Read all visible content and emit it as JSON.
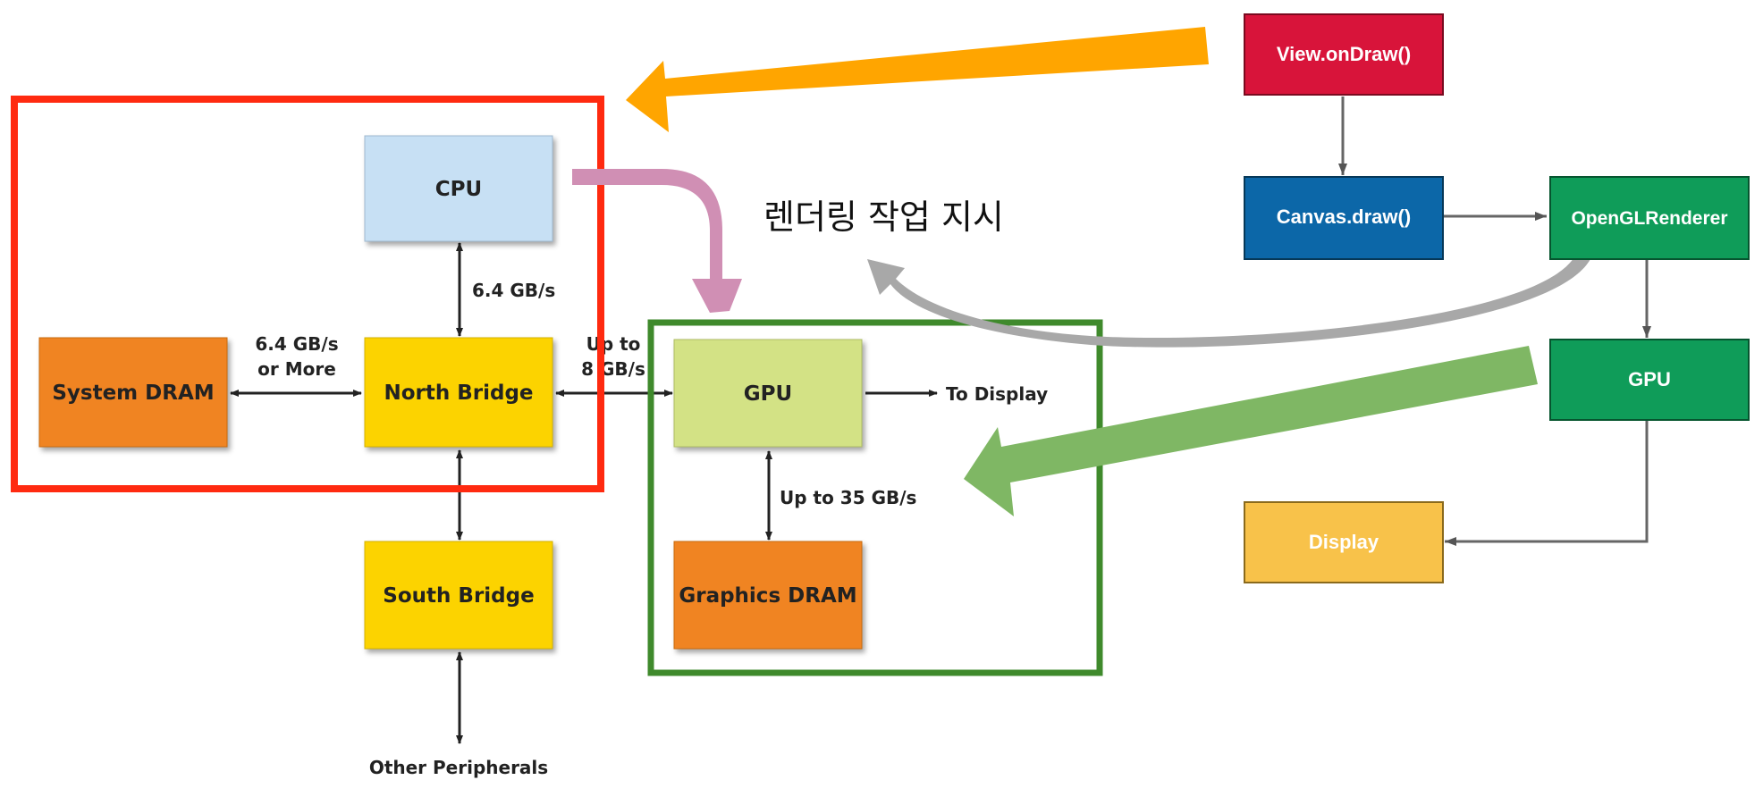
{
  "hardware": {
    "cpu": "CPU",
    "north_bridge": "North Bridge",
    "system_dram": "System DRAM",
    "south_bridge": "South Bridge",
    "gpu": "GPU",
    "graphics_dram": "Graphics DRAM",
    "to_display": "To Display",
    "other_peripherals": "Other Peripherals",
    "bw_cpu_nb": "6.4 GB/s",
    "bw_dram_line1": "6.4 GB/s",
    "bw_dram_line2": "or More",
    "bw_gpu_line1": "Up to",
    "bw_gpu_line2": "8 GB/s",
    "bw_gpu_gdram": "Up to 35 GB/s"
  },
  "annotation": {
    "instruction_text": "렌더링 작업 지시"
  },
  "pipeline": {
    "view_ondraw": "View.onDraw()",
    "canvas_draw": "Canvas.draw()",
    "opengl_renderer": "OpenGLRenderer",
    "gpu": "GPU",
    "display": "Display"
  },
  "colors": {
    "cpu": "#c7e0f4",
    "north_bridge": "#fcd303",
    "south_bridge": "#fcd303",
    "system_dram": "#f08420",
    "graphics_dram": "#f08420",
    "gpu_hw": "#d3e285",
    "cpu_highlight": "#ff2a10",
    "gpu_highlight": "#3f8a2c",
    "orange_arrow": "#ffa500",
    "pink_arrow": "#d08fb4",
    "green_arrow": "#7fb764",
    "gray_arrow": "#a8a8a8",
    "view_ondraw": "#d8143a",
    "canvas_draw": "#0c67a8",
    "opengl_renderer": "#0f9c59",
    "pipeline_gpu": "#0f9c59",
    "display": "#f8c24a"
  }
}
